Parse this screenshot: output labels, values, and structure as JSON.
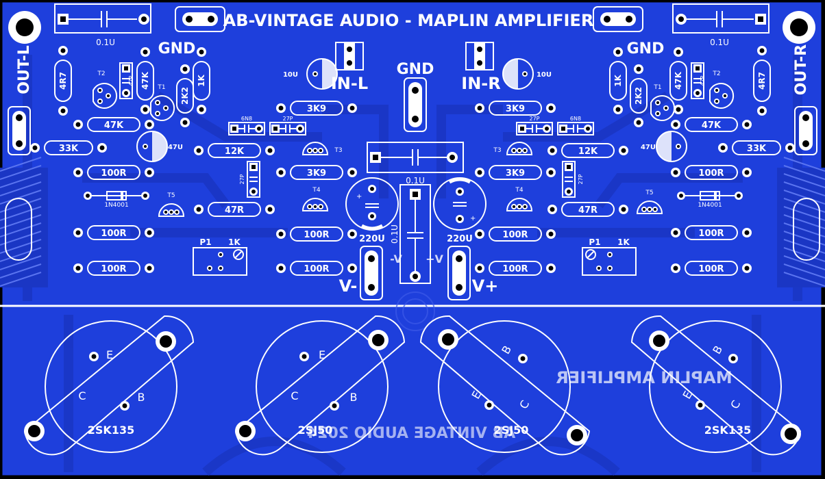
{
  "board": {
    "title": "AB-VINTAGE AUDIO -  MAPLIN AMPLIFIER",
    "bottom_mirror_text": "MAPLIN AMPLIFIER",
    "bottom_mirror_footer": "AB VINTAGE AUDIO 2024",
    "colors": {
      "board": "#1e3fdc",
      "copper": "#1a36c4",
      "silk": "#ffffff",
      "pad": "#ffffff",
      "hole": "#000000"
    }
  },
  "labels": {
    "gnd_left": "GND",
    "gnd_right": "GND",
    "gnd_center": "GND",
    "in_l": "IN-L",
    "in_r": "IN-R",
    "out_l": "OUT-L",
    "out_r": "OUT-R",
    "v_minus": "V-",
    "v_plus": "V+",
    "v_minus_small": "-V",
    "v_plus_small": "+V"
  },
  "components": {
    "left": {
      "cap_top": "0.1U",
      "r_4r7": "4R7",
      "t2": "T2",
      "c_47p": "47P",
      "r_47k_v": "47K",
      "t1": "T1",
      "r_2k2": "2K2",
      "r_1k": "1K",
      "c_10u": "10U",
      "r_47k": "47K",
      "r_33k": "33K",
      "c_47u": "47U",
      "c_6n8": "6N8",
      "c_27p_h": "27P",
      "r_3k9_a": "3K9",
      "r_12k": "12K",
      "t3": "T3",
      "r_3k9_b": "3K9",
      "c_27p_v": "27P",
      "t4": "T4",
      "r_100r_a": "100R",
      "d1": "1N4001",
      "t5": "T5",
      "r_47r": "47R",
      "r_100r_b": "100R",
      "r_100r_c": "100R",
      "p1": "P1",
      "p1_val": "1K",
      "r_100r_d": "100R",
      "r_100r_e": "100R"
    },
    "right": {
      "cap_top": "0.1U",
      "r_4r7": "4R7",
      "t2": "T2",
      "c_47p": "47P",
      "r_47k_v": "47K",
      "t1": "T1",
      "r_2k2": "2K2",
      "r_1k": "1K",
      "c_10u": "10U",
      "r_47k": "47K",
      "r_33k": "33K",
      "c_47u": "47U",
      "c_6n8": "6N8",
      "c_27p_h": "27P",
      "r_3k9_a": "3K9",
      "r_12k": "12K",
      "t3": "T3",
      "r_3k9_b": "3K9",
      "c_27p_v": "27P",
      "t4": "T4",
      "r_100r_a": "100R",
      "d1": "1N4001",
      "t5": "T5",
      "r_47r": "47R",
      "r_100r_b": "100R",
      "r_100r_c": "100R",
      "p1": "P1",
      "p1_val": "1K",
      "r_100r_d": "100R",
      "r_100r_e": "100R"
    },
    "center": {
      "cap_01u": "0.1U",
      "cap_01u_v": "0.1U",
      "c_220u_l": "220U",
      "c_220u_r": "220U"
    }
  },
  "transistors": [
    {
      "label": "2SK135",
      "pins": [
        "E",
        "C",
        "B"
      ]
    },
    {
      "label": "2SJ50",
      "pins": [
        "E",
        "C",
        "B"
      ]
    },
    {
      "label": "2SJ50",
      "pins": [
        "B",
        "E",
        "C"
      ]
    },
    {
      "label": "2SK135",
      "pins": [
        "B",
        "E",
        "C"
      ]
    }
  ]
}
